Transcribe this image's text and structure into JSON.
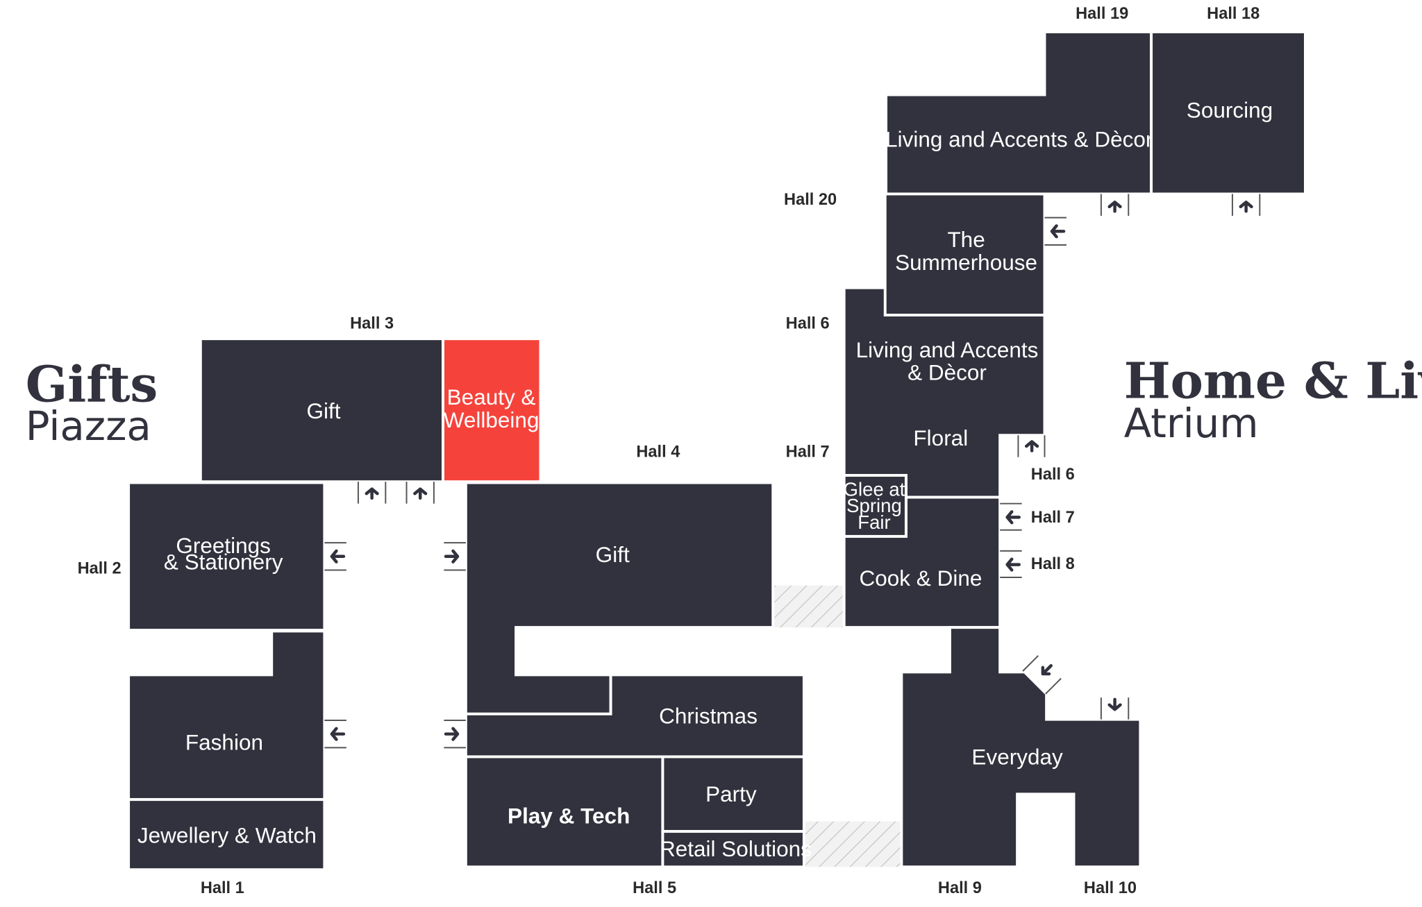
{
  "areas": {
    "gifts": {
      "title": "Gifts",
      "subtitle": "Piazza"
    },
    "home": {
      "title": "Home & Living",
      "subtitle": "Atrium"
    }
  },
  "zones": {
    "gift_hall3": "Gift",
    "beauty_line1": "Beauty &",
    "beauty_line2": "Wellbeing",
    "greetings_line1": "Greetings",
    "greetings_line2": "& Stationery",
    "fashion": "Fashion",
    "jewellery": "Jewellery & Watch",
    "gift_hall4": "Gift",
    "christmas": "Christmas",
    "play_tech": "Play & Tech",
    "party": "Party",
    "retail": "Retail Solutions",
    "living_top": "Living and Accents & Dècor",
    "sourcing": "Sourcing",
    "summer_line1": "The",
    "summer_line2": "Summerhouse",
    "living_mid_line1": "Living and Accents",
    "living_mid_line2": "& Dècor",
    "floral": "Floral",
    "glee_line1": "Glee at",
    "glee_line2": "Spring",
    "glee_line3": "Fair",
    "cook": "Cook & Dine",
    "everyday": "Everyday"
  },
  "halls": {
    "h1": "Hall 1",
    "h2": "Hall 2",
    "h3": "Hall 3",
    "h4": "Hall 4",
    "h5": "Hall 5",
    "h6": "Hall 6",
    "h7": "Hall 7",
    "h9": "Hall 9",
    "h10": "Hall 10",
    "h18": "Hall 18",
    "h19": "Hall 19",
    "h20": "Hall 20",
    "h6r": "Hall 6",
    "h7r": "Hall 7",
    "h8r": "Hall 8"
  },
  "colors": {
    "zone": "#31323d",
    "highlight": "#f5433b",
    "hatch": "#cfcfcf"
  },
  "icons": [
    "arrow-up-icon",
    "arrow-left-icon",
    "arrow-right-icon",
    "arrow-down-icon",
    "arrow-down-left-icon"
  ]
}
